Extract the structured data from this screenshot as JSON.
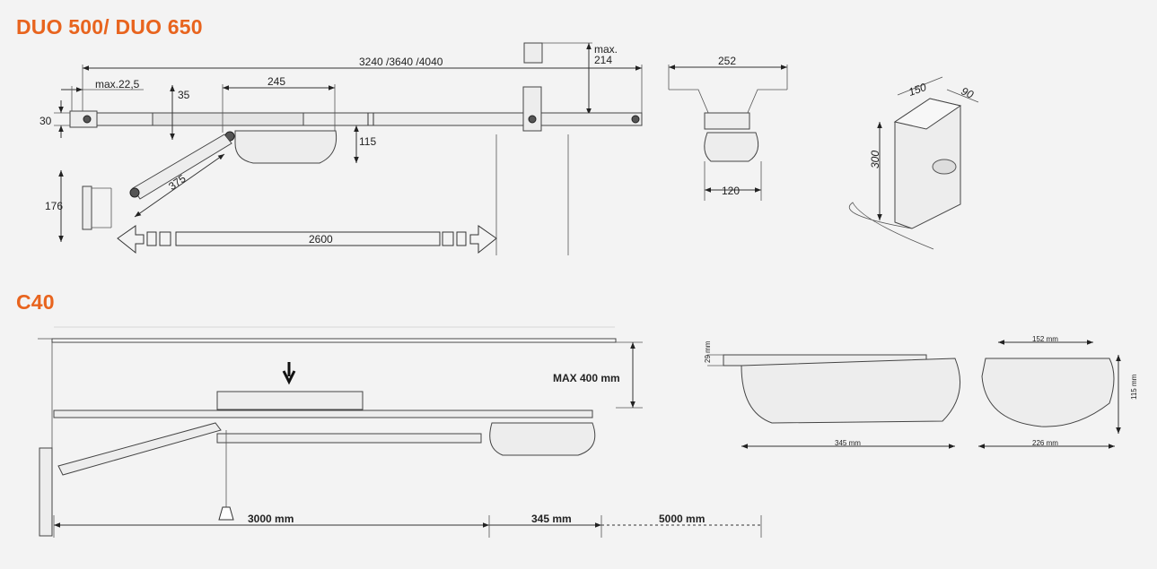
{
  "sections": [
    {
      "title": "DUO 500/ DUO 650"
    },
    {
      "title": "C40"
    }
  ],
  "duo": {
    "rail_length": "3240 /3640 /4040",
    "max_clear": "max.\n214",
    "max_clear_l1": "max.",
    "max_clear_l2": "214",
    "max_22": "max.22,5",
    "d35": "35",
    "d245": "245",
    "d30": "30",
    "d115": "115",
    "d375": "375",
    "d176": "176",
    "d2600": "2600",
    "d252": "252",
    "d120": "120",
    "d150": "150",
    "d90": "90",
    "d300": "300"
  },
  "c40": {
    "max400": "MAX 400 mm",
    "d3000": "3000 mm",
    "d345": "345 mm",
    "d5000": "5000 mm",
    "d29": "29 mm",
    "d345b": "345 mm",
    "d152": "152 mm",
    "d226": "226 mm",
    "d115": "115 mm"
  },
  "colors": {
    "accent": "#e8641e",
    "background": "#f3f3f3"
  }
}
